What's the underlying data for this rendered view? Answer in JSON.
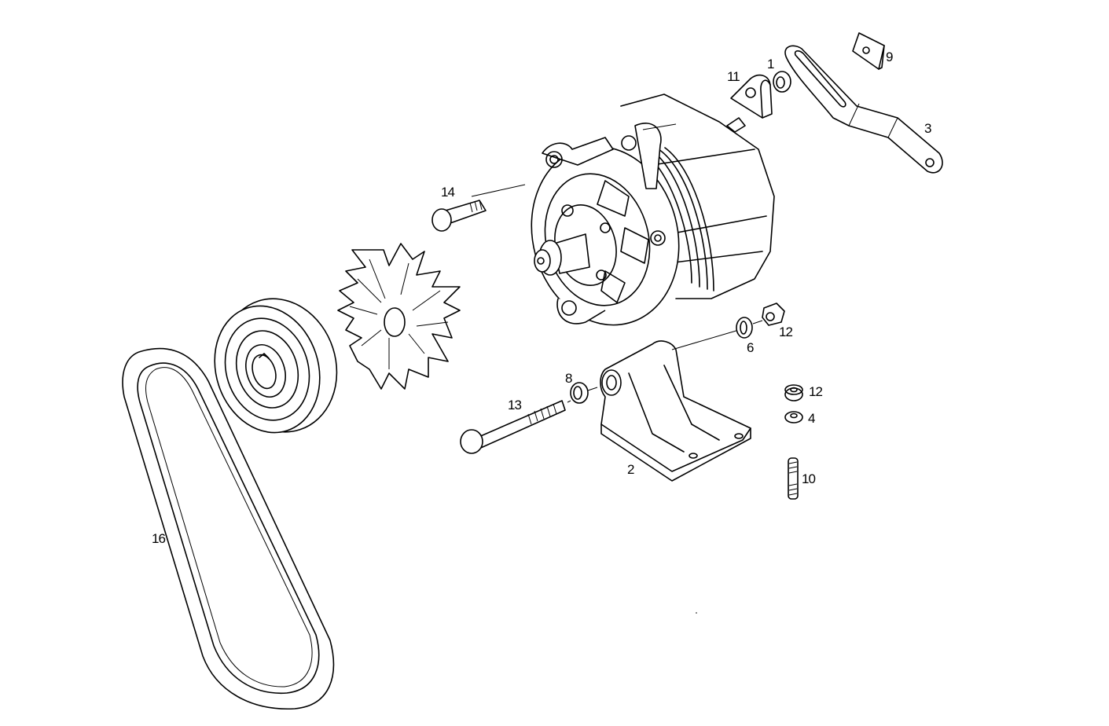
{
  "diagram": {
    "type": "exploded-parts-view",
    "subject": "alternator assembly",
    "colors": {
      "line": "#000000",
      "background": "#ffffff"
    },
    "parts": [
      {
        "id": "p1",
        "label": "1",
        "name": "washer"
      },
      {
        "id": "p2",
        "label": "2",
        "name": "mounting bracket"
      },
      {
        "id": "p3",
        "label": "3",
        "name": "tensioner arm"
      },
      {
        "id": "p4",
        "label": "4",
        "name": "washer"
      },
      {
        "id": "p6",
        "label": "6",
        "name": "washer"
      },
      {
        "id": "p8",
        "label": "8",
        "name": "washer"
      },
      {
        "id": "p9",
        "label": "9",
        "name": "square plate"
      },
      {
        "id": "p10",
        "label": "10",
        "name": "stud"
      },
      {
        "id": "p11",
        "label": "11",
        "name": "spacer block"
      },
      {
        "id": "p12a",
        "label": "12",
        "name": "nut"
      },
      {
        "id": "p12b",
        "label": "12",
        "name": "nut"
      },
      {
        "id": "p13",
        "label": "13",
        "name": "long bolt"
      },
      {
        "id": "p14",
        "label": "14",
        "name": "bolt"
      },
      {
        "id": "p16",
        "label": "16",
        "name": "v-belt"
      }
    ]
  }
}
